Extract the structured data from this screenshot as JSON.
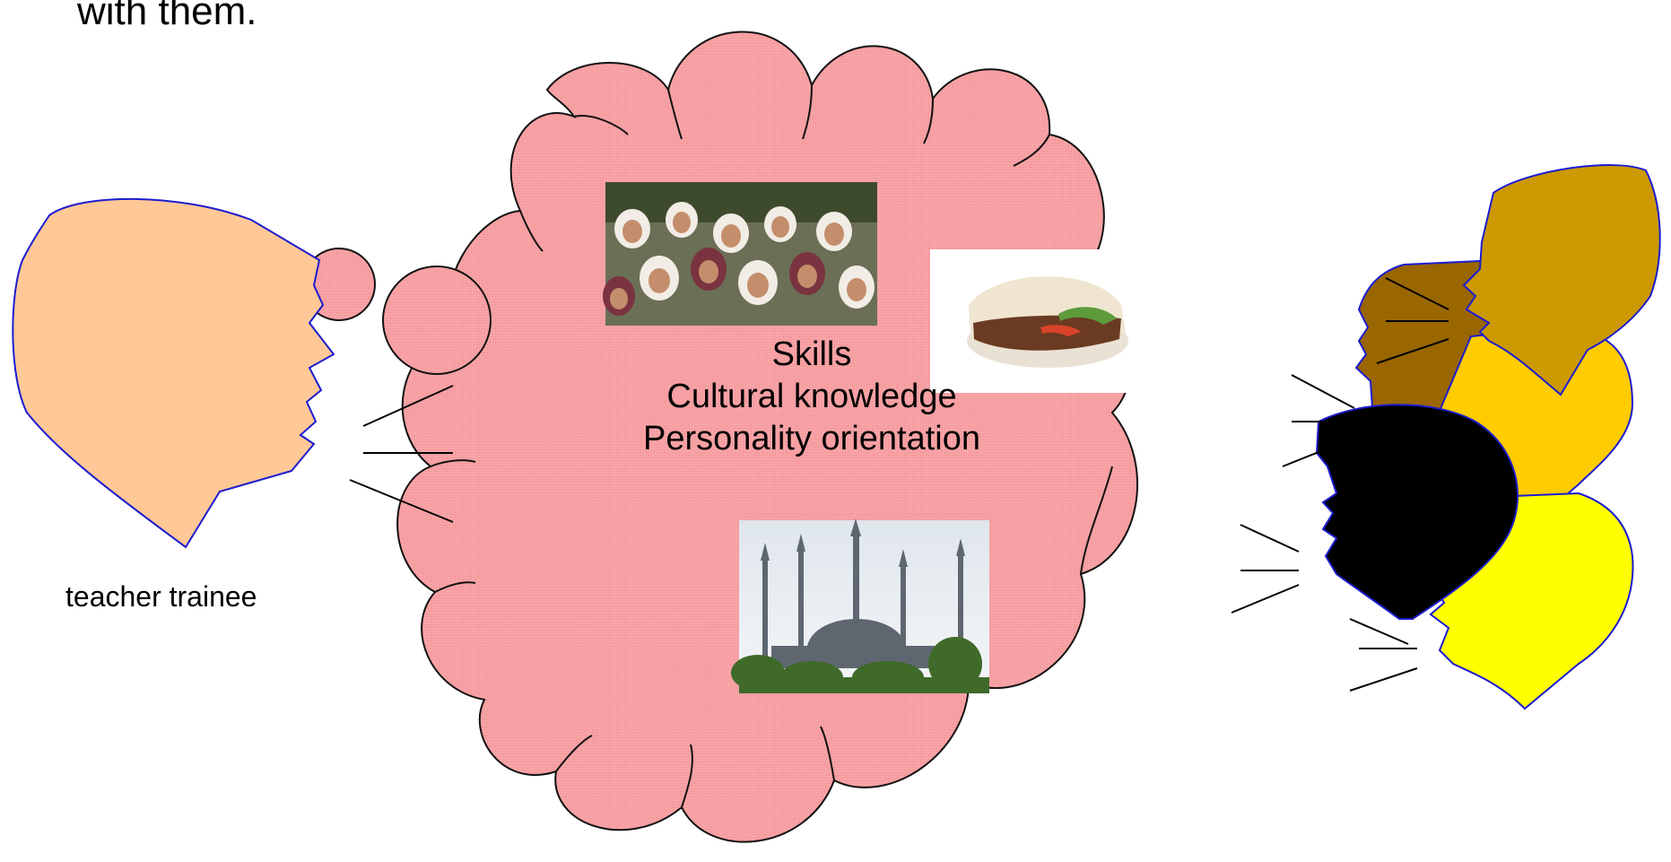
{
  "heading_fragment": "with them.",
  "cloud": {
    "lines": [
      "Skills",
      "Cultural knowledge",
      "Personality orientation"
    ]
  },
  "caption": "teacher trainee",
  "photos": {
    "crowd": "photo-crowd-women-headscarves",
    "food": "photo-doner-sandwich",
    "mosque": "photo-mosque-minarets"
  },
  "colors": {
    "cloud_fill": "#f7a3a6",
    "trainee_head": "#ffc896",
    "outline_blue": "#1c1ccf",
    "head_brown_dark": "#996600",
    "head_brown": "#cc9900",
    "head_gold": "#ffcc00",
    "head_black": "#000000",
    "head_yellow": "#ffff00"
  }
}
